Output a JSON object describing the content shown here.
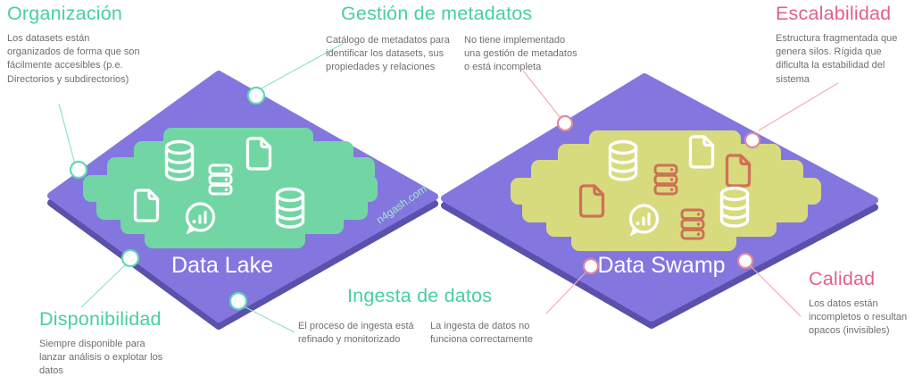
{
  "watermark": "n4gash.com",
  "diagram": {
    "lake_label": "Data Lake",
    "swamp_label": "Data Swamp",
    "lake_icons": [
      "database-icon",
      "document-icon",
      "server-icon",
      "document-icon",
      "chat-chart-icon",
      "database-icon"
    ],
    "swamp_icons": [
      "database-icon",
      "server-icon",
      "document-icon",
      "document-icon",
      "document-icon",
      "chat-chart-icon",
      "server-icon",
      "database-icon"
    ]
  },
  "sections": {
    "organizacion": {
      "title": "Organización",
      "body": "Los datasets están organizados de forma que son fácilmente accesibles (p.e. Directorios y subdirectorios)"
    },
    "gestion": {
      "title": "Gestión de metadatos",
      "lake_note": "Catálogo de metadatos para identificar los datasets, sus propiedades y relaciones",
      "swamp_note": "No tiene implementado una gestión de metadatos o está incompleta"
    },
    "escalabilidad": {
      "title": "Escalabilidad",
      "body": "Estructura fragmentada que genera silos. Rígida que dificulta la estabilidad del sistema"
    },
    "disponibilidad": {
      "title": "Disponibilidad",
      "body": "Siempre disponible para lanzar análisis o explotar los datos"
    },
    "ingesta": {
      "title": "Ingesta de datos",
      "lake_note": "El proceso de ingesta está refinado y monitorizado",
      "swamp_note": "La ingesta de datos no funciona correctamente"
    },
    "calidad": {
      "title": "Calidad",
      "body": "Los datos están incompletos o resultan opacos (invisibles)"
    }
  },
  "colors": {
    "purple_face": "#8377df",
    "purple_edge": "#5a51ab",
    "lake_fill": "#72d6a4",
    "swamp_fill": "#d7db7d",
    "icon_white": "#ffffff",
    "icon_rust": "#ce7157",
    "teal_heading": "#47cfa1",
    "pink_heading": "#e3608c",
    "body_text": "#6f6f6f"
  }
}
